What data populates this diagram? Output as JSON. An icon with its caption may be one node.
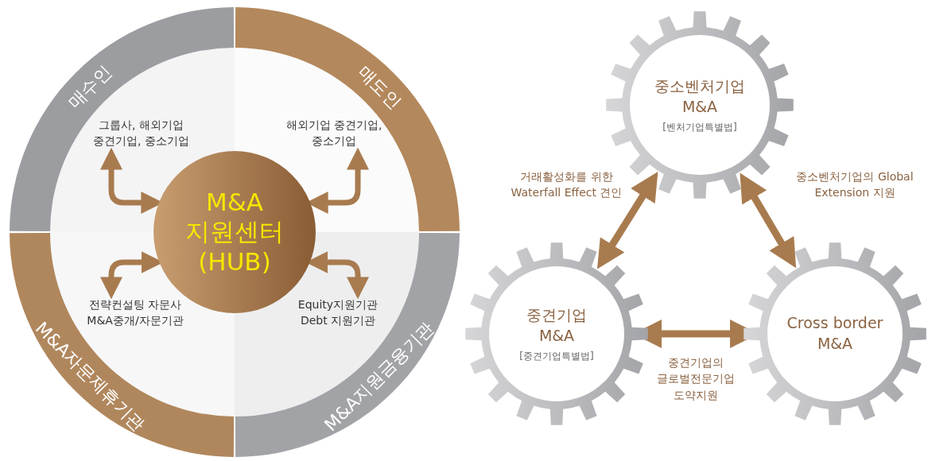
{
  "diagram": {
    "nodes": [
      {
        "text": [
          "M&A 지원센터 (HUB)"
        ]
      },
      {
        "text": [
          "매수인"
        ]
      },
      {
        "text": [
          "매도인"
        ]
      },
      {
        "text": [
          "M&A자문제휴기관"
        ]
      },
      {
        "text": [
          "M&A지원금융기관"
        ]
      },
      {
        "text": [
          "그룹사, 해외기업 중견기업, 중소기업"
        ]
      },
      {
        "text": [
          "해외기업 중견기업, 중소기업"
        ]
      },
      {
        "text": [
          "전략컨설팅 자문사 M&A중개/자문기관"
        ]
      },
      {
        "text": [
          "Equity지원기관 Debt 지원기관"
        ]
      },
      {
        "text": [
          "중소벤처기업 M&A",
          "[벤처기업특별법]"
        ]
      },
      {
        "text": [
          "중견기업 M&A",
          "[중견기업특별법]"
        ]
      },
      {
        "text": [
          "Cross border M&A"
        ]
      }
    ],
    "edges": [
      {
        "from": 5,
        "to": 0,
        "arrow": "both"
      },
      {
        "from": 6,
        "to": 0,
        "arrow": "both"
      },
      {
        "from": 7,
        "to": 0,
        "arrow": "both"
      },
      {
        "from": 8,
        "to": 0,
        "arrow": "both"
      },
      {
        "from": 9,
        "to": 10,
        "arrow": "both",
        "label": "거래활성화를 위한 Waterfall Effect 견인"
      },
      {
        "from": 9,
        "to": 11,
        "arrow": "both",
        "label": "중소벤처기업의 Global Extension 지원"
      },
      {
        "from": 10,
        "to": 11,
        "arrow": "both",
        "label": "중견기업의 글로벌전문기업 도약지원"
      }
    ]
  }
}
